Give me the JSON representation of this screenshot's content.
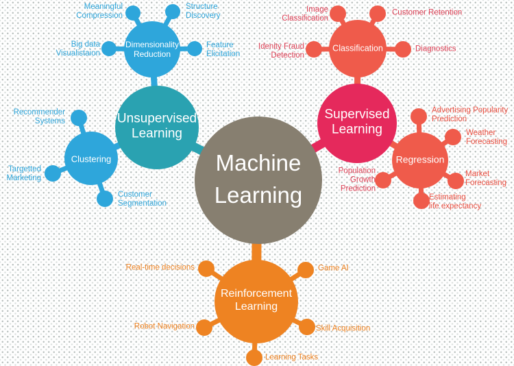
{
  "diagram": {
    "title": "Machine Learning",
    "type": "mind-map"
  },
  "colors": {
    "center": "#877F70",
    "teal": "#2AA2B1",
    "blue": "#2EA6DB",
    "crimson": "#E5295C",
    "salmon": "#EF5B4B",
    "orange": "#EE8322",
    "label_red": "#DE4156",
    "label_salmon": "#EB5042",
    "background": "#FEFEFE",
    "dot": "#B7BEBC"
  },
  "nodes": {
    "ml": {
      "label": "Machine\nLearning"
    },
    "unsupervised": {
      "label": "Unsupervised\nLearning"
    },
    "supervised": {
      "label": "Supervised\nLearning"
    },
    "reinforcement": {
      "label": "Reinforcement\nLearning"
    },
    "dimred": {
      "label": "Dimensionality\nReduction"
    },
    "clustering": {
      "label": "Clustering"
    },
    "classification": {
      "label": "Classification"
    },
    "regression": {
      "label": "Regression"
    }
  },
  "satellites": {
    "meaningful": {
      "label": "Meaningful\nCompression"
    },
    "structure": {
      "label": "Structure\nDiscovery"
    },
    "bigdata": {
      "label": "Big data\nVisualistaion"
    },
    "feature": {
      "label": "Feature\nElicitation"
    },
    "recommender": {
      "label": "Recommender\nSystems"
    },
    "targetted": {
      "label": "Targetted\nMarketing"
    },
    "segmentation": {
      "label": "Customer\nSegmentation"
    },
    "image": {
      "label": "Image\nClassification"
    },
    "retention": {
      "label": "Customer Retention"
    },
    "fraud": {
      "label": "Idenity Fraud\nDetection"
    },
    "diagnostics": {
      "label": "Diagnostics"
    },
    "advertising": {
      "label": "Advertising Popularity\nPrediction"
    },
    "weather": {
      "label": "Weather\nForecasting"
    },
    "market": {
      "label": "Market\nForecasting"
    },
    "estimating": {
      "label": "Estimating\nlife expectancy"
    },
    "population": {
      "label": "Population\nGrowth\nPrediction"
    },
    "realtime": {
      "label": "Real-time decisions"
    },
    "gameai": {
      "label": "Game AI"
    },
    "robot": {
      "label": "Robot Navigation"
    },
    "skill": {
      "label": "Skill Acquisition"
    },
    "learningtasks": {
      "label": "Learning Tasks"
    }
  }
}
